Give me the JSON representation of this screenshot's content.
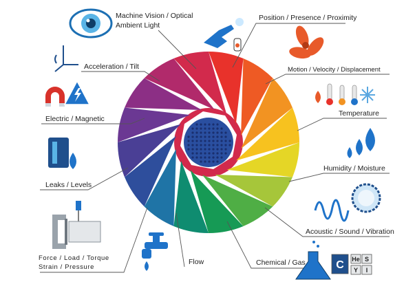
{
  "labels": {
    "machine_vision_line1": "Machine Vision / Optical",
    "machine_vision_line2": "Ambient Light",
    "position": "Position / Presence / Proximity",
    "acceleration": "Acceleration / Tilt",
    "motion": "Motion / Velocity / Displacement",
    "electric": "Electric / Magnetic",
    "temperature": "Temperature",
    "leaks": "Leaks / Levels",
    "humidity": "Humidity / Moisture",
    "acoustic": "Acoustic / Sound / Vibration",
    "force_line1": "Force / Load / Torque",
    "force_line2": "Strain / Pressure",
    "flow": "Flow",
    "chemical": "Chemical / Gas"
  },
  "element_tiles": [
    "C",
    "He",
    "S",
    "Y",
    "I"
  ],
  "colors": {
    "wheel": [
      "#e8322b",
      "#ee5a24",
      "#f29322",
      "#f7c21f",
      "#e5d626",
      "#a6c63a",
      "#4fae45",
      "#169a55",
      "#0f8c70",
      "#1f74a6",
      "#2e4e9c",
      "#4a3f95",
      "#6b3893",
      "#8c2f85",
      "#b12a6b",
      "#d22a4c"
    ],
    "icon_blue": "#1f73c9",
    "icon_orange": "#e85a2a",
    "leader_line": "#555555"
  }
}
